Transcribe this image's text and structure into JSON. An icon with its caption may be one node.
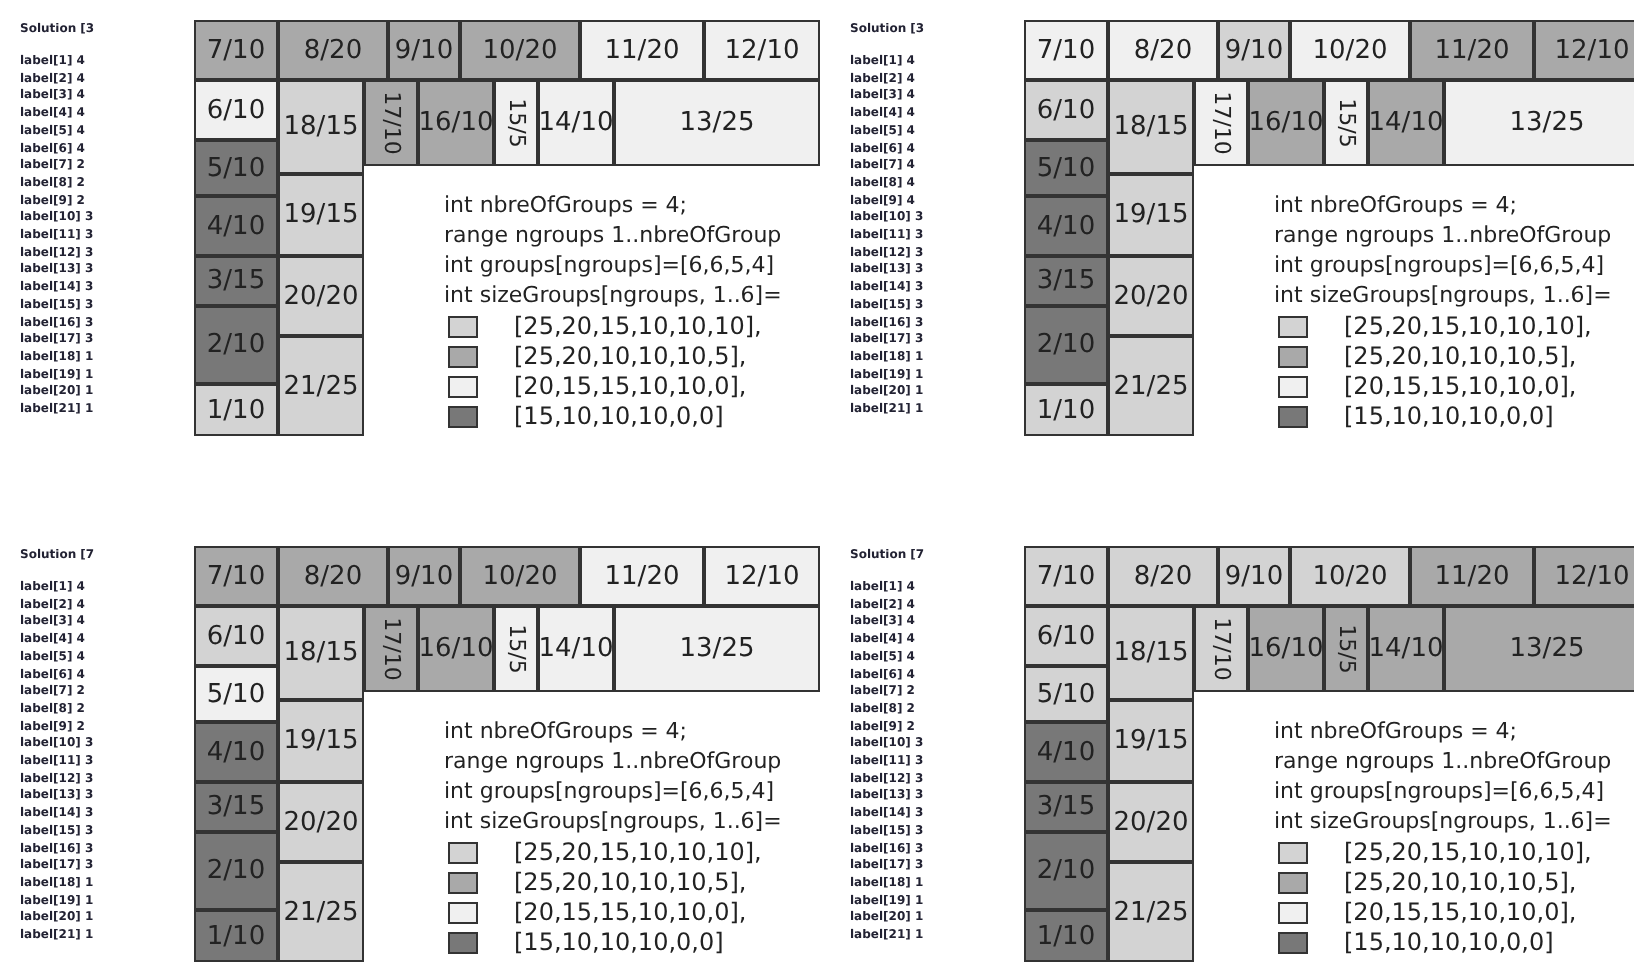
{
  "diagram": {
    "nodes": [
      {
        "text": [
          "7/10"
        ]
      },
      {
        "text": [
          "8/20"
        ]
      },
      {
        "text": [
          "9/10"
        ]
      },
      {
        "text": [
          "10/20"
        ]
      },
      {
        "text": [
          "11/20"
        ]
      },
      {
        "text": [
          "12/10"
        ]
      },
      {
        "text": [
          "6/10"
        ]
      },
      {
        "text": [
          "18/15"
        ]
      },
      {
        "text": [
          "17/10"
        ]
      },
      {
        "text": [
          "16/10"
        ]
      },
      {
        "text": [
          "15/5"
        ]
      },
      {
        "text": [
          "14/10"
        ]
      },
      {
        "text": [
          "13/25"
        ]
      },
      {
        "text": [
          "5/10"
        ]
      },
      {
        "text": [
          "19/15"
        ]
      },
      {
        "text": [
          "4/10"
        ]
      },
      {
        "text": [
          "3/15"
        ]
      },
      {
        "text": [
          "20/20"
        ]
      },
      {
        "text": [
          "2/10"
        ]
      },
      {
        "text": [
          "21/25"
        ]
      },
      {
        "text": [
          "1/10"
        ]
      },
      {
        "text": [
          "7/10"
        ]
      },
      {
        "text": [
          "8/20"
        ]
      },
      {
        "text": [
          "9/10"
        ]
      },
      {
        "text": [
          "10/20"
        ]
      },
      {
        "text": [
          "11/20"
        ]
      },
      {
        "text": [
          "12/10"
        ]
      },
      {
        "text": [
          "6/10"
        ]
      },
      {
        "text": [
          "18/15"
        ]
      },
      {
        "text": [
          "17/10"
        ]
      },
      {
        "text": [
          "16/10"
        ]
      },
      {
        "text": [
          "15/5"
        ]
      },
      {
        "text": [
          "14/10"
        ]
      },
      {
        "text": [
          "13/25"
        ]
      },
      {
        "text": [
          "5/10"
        ]
      },
      {
        "text": [
          "19/15"
        ]
      },
      {
        "text": [
          "4/10"
        ]
      },
      {
        "text": [
          "3/15"
        ]
      },
      {
        "text": [
          "20/20"
        ]
      },
      {
        "text": [
          "2/10"
        ]
      },
      {
        "text": [
          "21/25"
        ]
      },
      {
        "text": [
          "1/10"
        ]
      },
      {
        "text": [
          "7/10"
        ]
      },
      {
        "text": [
          "8/20"
        ]
      },
      {
        "text": [
          "9/10"
        ]
      },
      {
        "text": [
          "10/20"
        ]
      },
      {
        "text": [
          "11/20"
        ]
      },
      {
        "text": [
          "12/10"
        ]
      },
      {
        "text": [
          "6/10"
        ]
      },
      {
        "text": [
          "18/15"
        ]
      },
      {
        "text": [
          "17/10"
        ]
      },
      {
        "text": [
          "16/10"
        ]
      },
      {
        "text": [
          "15/5"
        ]
      },
      {
        "text": [
          "14/10"
        ]
      },
      {
        "text": [
          "13/25"
        ]
      },
      {
        "text": [
          "5/10"
        ]
      },
      {
        "text": [
          "19/15"
        ]
      },
      {
        "text": [
          "4/10"
        ]
      },
      {
        "text": [
          "3/15"
        ]
      },
      {
        "text": [
          "20/20"
        ]
      },
      {
        "text": [
          "2/10"
        ]
      },
      {
        "text": [
          "21/25"
        ]
      },
      {
        "text": [
          "1/10"
        ]
      },
      {
        "text": [
          "7/10"
        ]
      },
      {
        "text": [
          "8/20"
        ]
      },
      {
        "text": [
          "9/10"
        ]
      },
      {
        "text": [
          "10/20"
        ]
      },
      {
        "text": [
          "11/20"
        ]
      },
      {
        "text": [
          "12/10"
        ]
      },
      {
        "text": [
          "6/10"
        ]
      },
      {
        "text": [
          "18/15"
        ]
      },
      {
        "text": [
          "17/10"
        ]
      },
      {
        "text": [
          "16/10"
        ]
      },
      {
        "text": [
          "15/5"
        ]
      },
      {
        "text": [
          "14/10"
        ]
      },
      {
        "text": [
          "13/25"
        ]
      },
      {
        "text": [
          "5/10"
        ]
      },
      {
        "text": [
          "19/15"
        ]
      },
      {
        "text": [
          "4/10"
        ]
      },
      {
        "text": [
          "3/15"
        ]
      },
      {
        "text": [
          "20/20"
        ]
      },
      {
        "text": [
          "2/10"
        ]
      },
      {
        "text": [
          "21/25"
        ]
      },
      {
        "text": [
          "1/10"
        ]
      }
    ],
    "labels": [
      "Solution [3",
      "label[1] 4",
      "label[2] 4",
      "label[3] 4",
      "label[4] 4",
      "label[5] 4",
      "label[6] 4",
      "label[7] 2",
      "label[8] 2",
      "label[9] 2",
      "label[10] 3",
      "label[11] 3",
      "label[12] 3",
      "label[13] 3",
      "label[14] 3",
      "label[15] 3",
      "label[16] 3",
      "label[17] 3",
      "label[18] 1",
      "label[19] 1",
      "label[20] 1",
      "label[21] 1",
      "int nbreOfGroups = 4;",
      "range ngroups 1..nbreOfGroup",
      "int groups[ngroups]=[6,6,5,4]",
      "int sizeGroups[ngroups, 1..6]=",
      "Solution [3",
      "label[1] 4",
      "label[2] 4",
      "label[3] 4",
      "label[4] 4",
      "label[5] 4",
      "label[6] 4",
      "label[7] 4",
      "label[8] 4",
      "label[9] 4",
      "label[10] 3",
      "label[11] 3",
      "label[12] 3",
      "label[13] 3",
      "label[14] 3",
      "label[15] 3",
      "label[16] 3",
      "label[17] 3",
      "label[18] 1",
      "label[19] 1",
      "label[20] 1",
      "label[21] 1",
      "int nbreOfGroups = 4;",
      "range ngroups 1..nbreOfGroup",
      "int groups[ngroups]=[6,6,5,4]",
      "int sizeGroups[ngroups, 1..6]=",
      "Solution [7",
      "label[1] 4",
      "label[2] 4",
      "label[3] 4",
      "label[4] 4",
      "label[5] 4",
      "label[6] 4",
      "label[7] 2",
      "label[8] 2",
      "label[9] 2",
      "label[10] 3",
      "label[11] 3",
      "label[12] 3",
      "label[13] 3",
      "label[14] 3",
      "label[15] 3",
      "label[16] 3",
      "label[17] 3",
      "label[18] 1",
      "label[19] 1",
      "label[20] 1",
      "label[21] 1",
      "int nbreOfGroups = 4;",
      "range ngroups 1..nbreOfGroup",
      "int groups[ngroups]=[6,6,5,4]",
      "int sizeGroups[ngroups, 1..6]=",
      "Solution [7",
      "label[1] 4",
      "label[2] 4",
      "label[3] 4",
      "label[4] 4",
      "label[5] 4",
      "label[6] 4",
      "label[7] 2",
      "label[8] 2",
      "label[9] 2",
      "label[10] 3",
      "label[11] 3",
      "label[12] 3",
      "label[13] 3",
      "label[14] 3",
      "label[15] 3",
      "label[16] 3",
      "label[17] 3",
      "label[18] 1",
      "label[19] 1",
      "label[20] 1",
      "label[21] 1",
      "int nbreOfGroups = 4;",
      "range ngroups 1..nbreOfGroup",
      "int groups[ngroups]=[6,6,5,4]",
      "int sizeGroups[ngroups, 1..6]="
    ],
    "legend": [
      {
        "text": "[25,20,15,10,10,10],",
        "color": "#d3d3d3"
      },
      {
        "text": "[25,20,10,10,10,5],",
        "color": "#a9a9a9"
      },
      {
        "text": "[20,15,15,10,10,0],",
        "color": "#f0f0f0"
      },
      {
        "text": "[15,10,10,10,0,0]",
        "color": "#787878"
      },
      {
        "text": "[25,20,15,10,10,10],",
        "color": "#d3d3d3"
      },
      {
        "text": "[25,20,10,10,10,5],",
        "color": "#a9a9a9"
      },
      {
        "text": "[20,15,15,10,10,0],",
        "color": "#f0f0f0"
      },
      {
        "text": "[15,10,10,10,0,0]",
        "color": "#787878"
      },
      {
        "text": "[25,20,15,10,10,10],",
        "color": "#d3d3d3"
      },
      {
        "text": "[25,20,10,10,10,5],",
        "color": "#a9a9a9"
      },
      {
        "text": "[20,15,15,10,10,0],",
        "color": "#f0f0f0"
      },
      {
        "text": "[15,10,10,10,0,0]",
        "color": "#787878"
      },
      {
        "text": "[25,20,15,10,10,10],",
        "color": "#d3d3d3"
      },
      {
        "text": "[25,20,10,10,10,5],",
        "color": "#a9a9a9"
      },
      {
        "text": "[20,15,15,10,10,0],",
        "color": "#f0f0f0"
      },
      {
        "text": "[15,10,10,10,0,0]",
        "color": "#787878"
      }
    ]
  }
}
